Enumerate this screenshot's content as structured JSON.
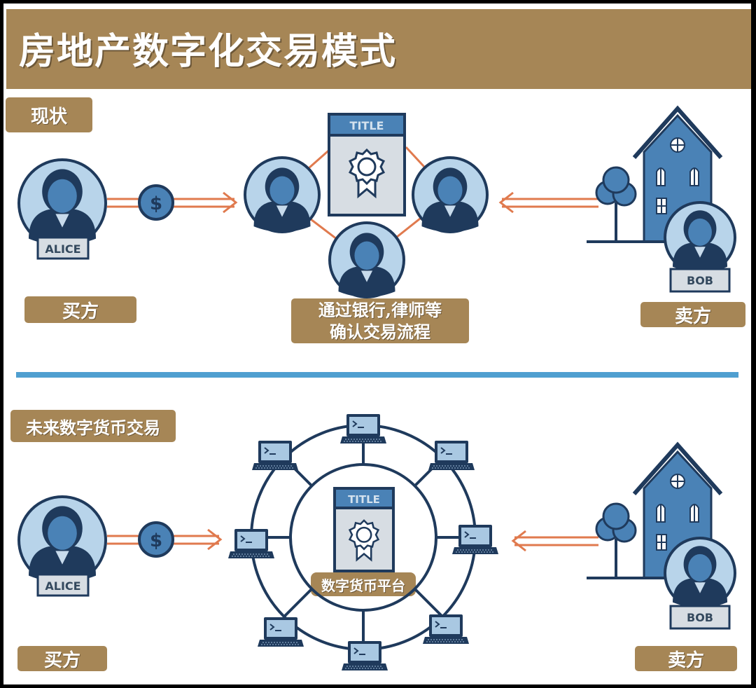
{
  "header": {
    "title": "房地产数字化交易模式"
  },
  "current": {
    "section_label": "现状",
    "buyer_name": "ALICE",
    "buyer_role": "买方",
    "seller_name": "BOB",
    "seller_role": "卖方",
    "title_doc": "TITLE",
    "currency_symbol": "$",
    "intermediary_line1": "通过银行,律师等",
    "intermediary_line2": "确认交易流程"
  },
  "future": {
    "section_label": "未来数字货币交易",
    "buyer_name": "ALICE",
    "buyer_role": "买方",
    "seller_name": "BOB",
    "seller_role": "卖方",
    "title_doc": "TITLE",
    "currency_symbol": "$",
    "platform_label": "数字货币平台"
  },
  "colors": {
    "brand_gold": "#a68656",
    "navy": "#1f3a5c",
    "person_blue": "#4a82b6",
    "circle_fill": "#b8d4ea",
    "arrow_orange": "#e07a4e",
    "divider_blue": "#4f9fd0"
  }
}
